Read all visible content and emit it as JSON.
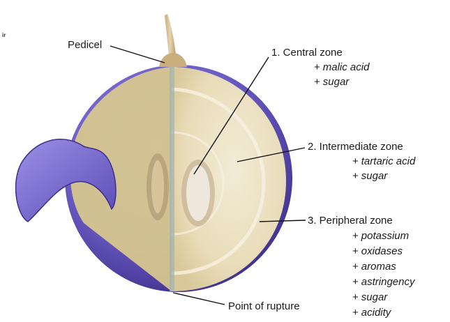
{
  "corner_fragment": "ir",
  "labels": {
    "pedicel": "Pedicel",
    "rupture": "Point of rupture"
  },
  "zones": [
    {
      "title": "1. Central zone",
      "items": [
        "malic acid",
        "sugar"
      ]
    },
    {
      "title": "2. Intermediate zone",
      "items": [
        "tartaric acid",
        "sugar"
      ]
    },
    {
      "title": "3. Peripheral zone",
      "items": [
        "potassium",
        "oxidases",
        "aromas",
        "astringency",
        "sugar",
        "acidity"
      ]
    }
  ],
  "plus_sign": "+",
  "colors": {
    "skin": "#6b5cc4",
    "skin_dark": "#3e2f8c",
    "flesh": "#e8dcb8",
    "flesh_inner": "#efe5cc",
    "seed": "#d9cbb2",
    "stem": "#d8c09a"
  }
}
